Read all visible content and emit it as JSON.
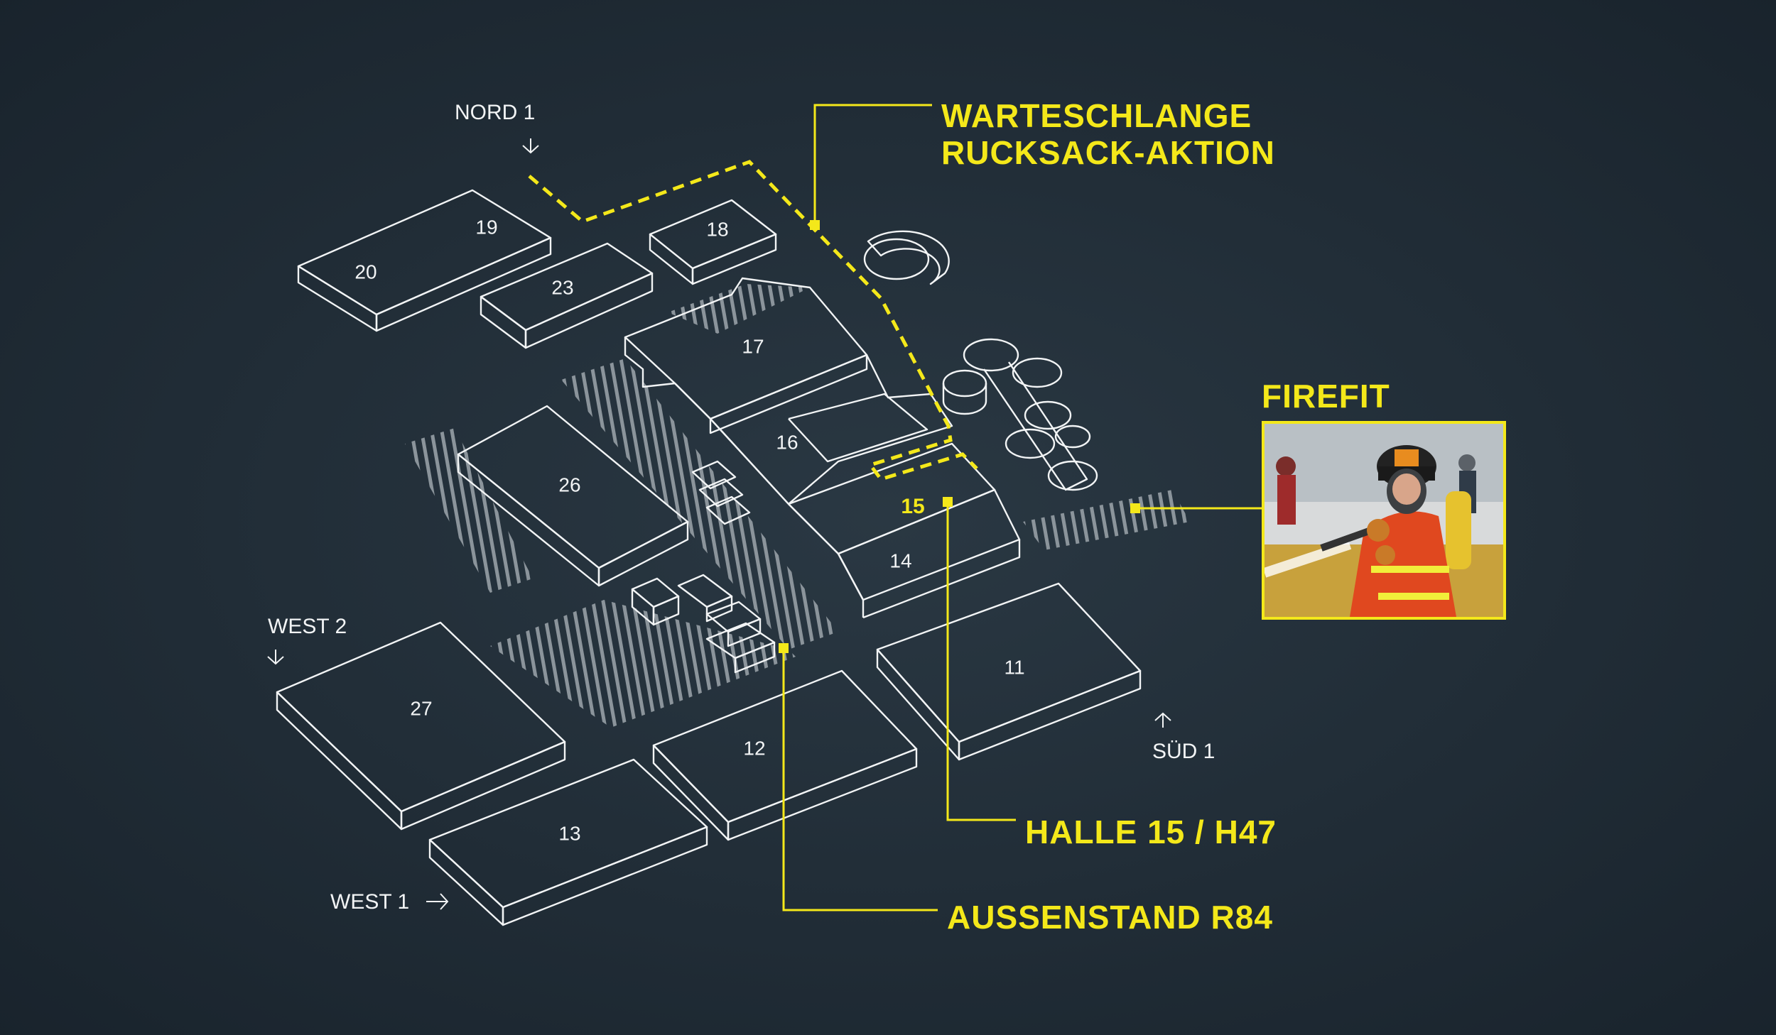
{
  "halls": [
    {
      "id": "h20",
      "label": "20"
    },
    {
      "id": "h19",
      "label": "19"
    },
    {
      "id": "h23",
      "label": "23"
    },
    {
      "id": "h18",
      "label": "18"
    },
    {
      "id": "h17",
      "label": "17"
    },
    {
      "id": "h16",
      "label": "16"
    },
    {
      "id": "h26",
      "label": "26"
    },
    {
      "id": "h15",
      "label": "15"
    },
    {
      "id": "h14",
      "label": "14"
    },
    {
      "id": "h11",
      "label": "11"
    },
    {
      "id": "h27",
      "label": "27"
    },
    {
      "id": "h12",
      "label": "12"
    },
    {
      "id": "h13",
      "label": "13"
    }
  ],
  "gates": {
    "nord1": "NORD 1",
    "west2": "WEST 2",
    "west1": "WEST 1",
    "sued1": "SÜD 1"
  },
  "callouts": {
    "queue_line1": "WARTESCHLANGE",
    "queue_line2": "RUCKSACK-AKTION",
    "firefit": "FIREFIT",
    "halle15": "HALLE 15 / H47",
    "aussenstand": "AUSSENSTAND R84"
  },
  "colors": {
    "background": "#1f2b35",
    "line": "#f2f4f5",
    "accent": "#f4e81a"
  },
  "icons": {
    "gate_arrow": "arrow-icon",
    "photo": "firefighter-photo"
  }
}
